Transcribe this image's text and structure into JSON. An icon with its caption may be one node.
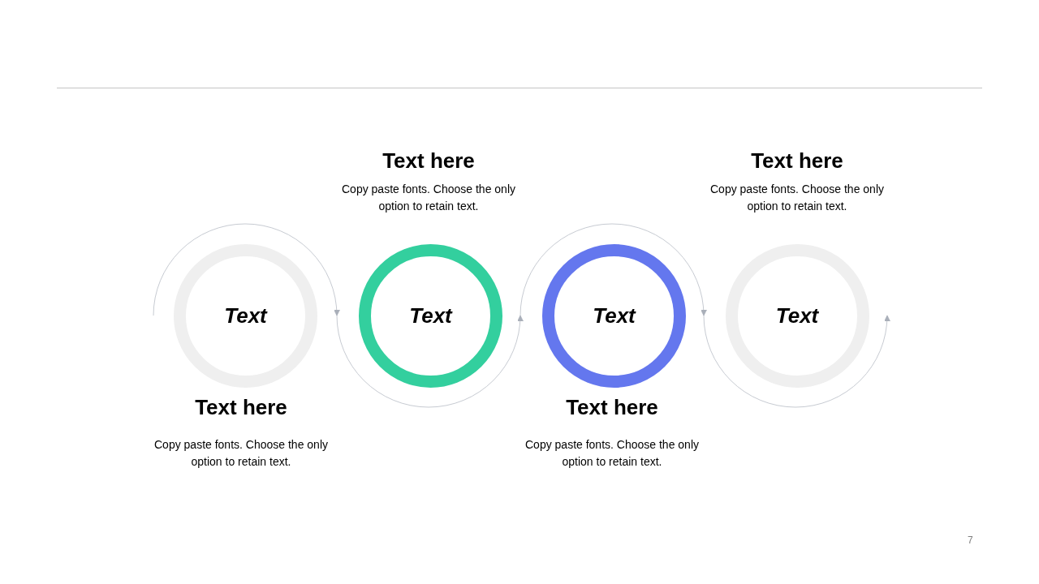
{
  "diagram": {
    "nodes": [
      {
        "text": [
          "Text"
        ],
        "beside": [
          "Text here",
          "Copy paste fonts. Choose the only option to retain text."
        ]
      },
      {
        "text": [
          "Text"
        ],
        "beside": [
          "Text here",
          "Copy paste fonts. Choose the only option to retain text."
        ]
      },
      {
        "text": [
          "Text"
        ],
        "beside": [
          "Text here",
          "Copy paste fonts. Choose the only option to retain text."
        ]
      },
      {
        "text": [
          "Text"
        ],
        "beside": [
          "Text here",
          "Copy paste fonts. Choose the only option to retain text."
        ]
      }
    ],
    "edges": [
      {
        "from": null,
        "to": 0,
        "arrow": "to"
      },
      {
        "from": 0,
        "to": 1,
        "arrow": "to"
      },
      {
        "from": 1,
        "to": 2,
        "arrow": "to"
      },
      {
        "from": 2,
        "to": 3,
        "arrow": "to"
      }
    ],
    "labels": [
      "7"
    ]
  }
}
